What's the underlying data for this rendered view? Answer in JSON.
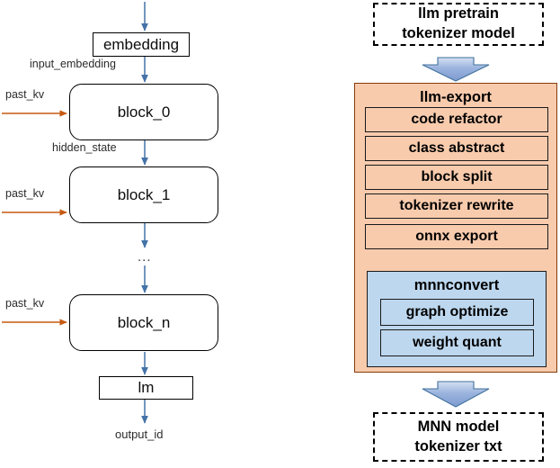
{
  "colors": {
    "orange_fill": "#F8CBAD",
    "orange_border": "#843C0C",
    "blue_fill": "#BDD7EE",
    "arrow_blue": "#4472A8",
    "kv_arrow_orange": "#C55A11",
    "block_arrow_fill": "#8FAADC",
    "box_border": "#000000",
    "background": "#FFFFFF"
  },
  "left_flow": {
    "name": "llm-inference-graph",
    "nodes": [
      {
        "id": "embedding",
        "label": "embedding",
        "shape": "rect"
      },
      {
        "id": "block_0",
        "label": "block_0",
        "shape": "rounded"
      },
      {
        "id": "block_1",
        "label": "block_1",
        "shape": "rounded"
      },
      {
        "id": "ellipsis",
        "label": "...",
        "shape": "text"
      },
      {
        "id": "block_n",
        "label": "block_n",
        "shape": "rounded"
      },
      {
        "id": "lm",
        "label": "lm",
        "shape": "rect"
      },
      {
        "id": "output_id",
        "label": "output_id",
        "shape": "text"
      }
    ],
    "edge_labels": {
      "input_embedding": "input_embedding",
      "hidden_state": "hidden_state"
    },
    "side_inputs": [
      {
        "label": "past_kv",
        "target": "block_0"
      },
      {
        "label": "past_kv",
        "target": "block_1"
      },
      {
        "label": "past_kv",
        "target": "block_n"
      }
    ]
  },
  "right_pipeline": {
    "name": "llm-export-pipeline",
    "input_box": {
      "line1": "llm pretrain",
      "line2": "tokenizer model"
    },
    "output_box": {
      "line1": "MNN model",
      "line2": "tokenizer txt"
    },
    "panel": {
      "title": "llm-export",
      "stages": [
        "code refactor",
        "class abstract",
        "block split",
        "tokenizer rewrite",
        "onnx export"
      ],
      "subpanel": {
        "title": "mnnconvert",
        "stages": [
          "graph optimize",
          "weight quant"
        ]
      }
    },
    "arrows": [
      {
        "name": "input-to-panel-arrow",
        "direction": "down"
      },
      {
        "name": "panel-to-output-arrow",
        "direction": "down"
      }
    ]
  }
}
